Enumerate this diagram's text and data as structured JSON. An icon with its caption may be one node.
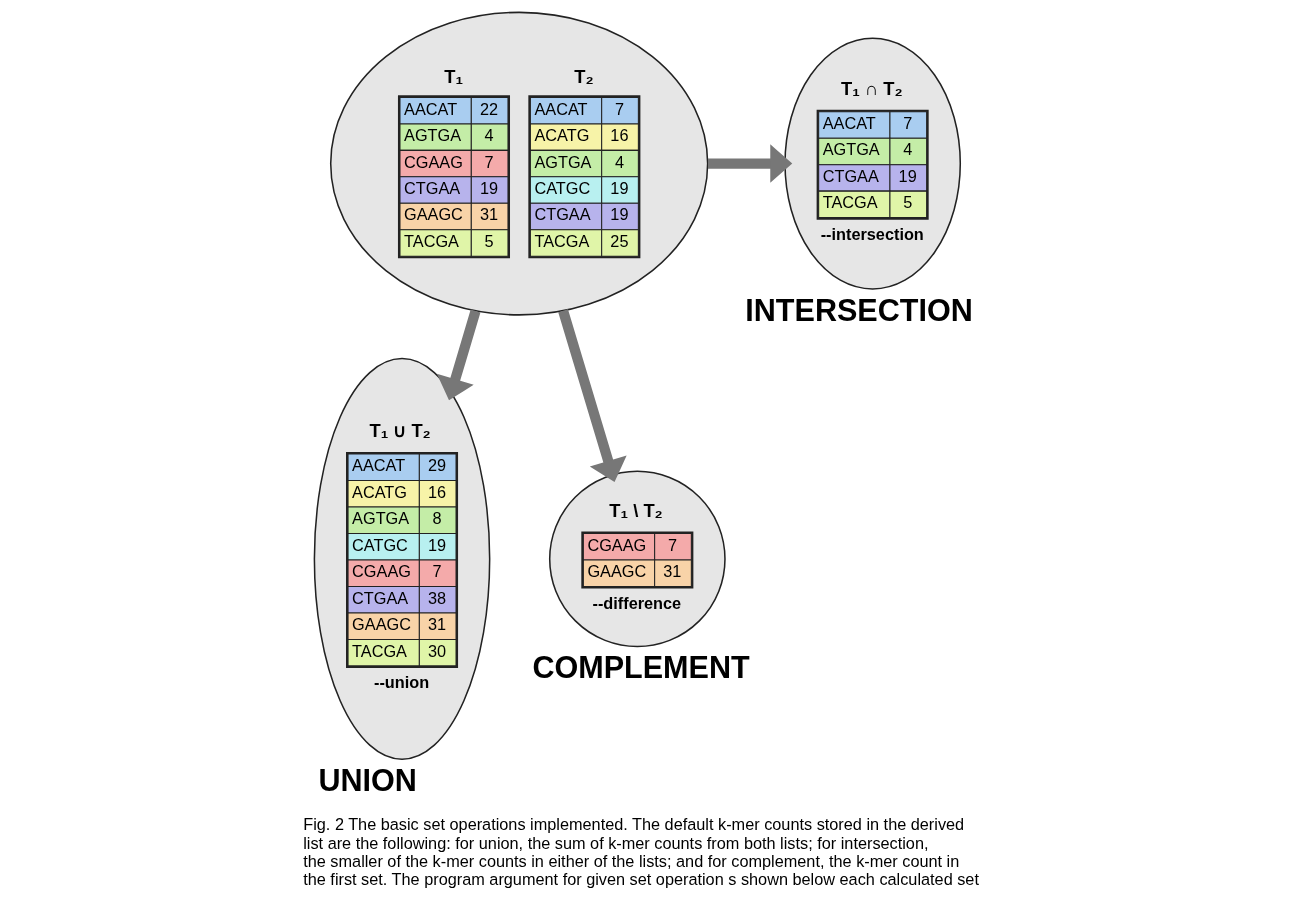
{
  "diagram": {
    "caption": "Fig. 2 The basic set operations implemented. The default k-mer counts stored in the derived list are the following: for union, the sum of k-mer counts from both lists; for intersection, the smaller of the k-mer counts in either of the lists; and for complement, the k-mer count in the first set. The program argument for given set operation s shown below each calculated set",
    "nodes": [
      {
        "text": [
          "T₁",
          "AACAT",
          "22",
          "AGTGA",
          "4",
          "CGAAG",
          "7",
          "CTGAA",
          "19",
          "GAAGC",
          "31",
          "TACGA",
          "5",
          "T₂",
          "AACAT",
          "7",
          "ACATG",
          "16",
          "AGTGA",
          "4",
          "CATGC",
          "19",
          "CTGAA",
          "19",
          "TACGA",
          "25"
        ]
      },
      {
        "text": [
          "T₁ ∩ T₂",
          "AACAT",
          "7",
          "AGTGA",
          "4",
          "CTGAA",
          "19",
          "TACGA",
          "5",
          "--intersection"
        ],
        "beside": [
          "INTERSECTION"
        ]
      },
      {
        "text": [
          "T₁ ∪ T₂",
          "AACAT",
          "29",
          "ACATG",
          "16",
          "AGTGA",
          "8",
          "CATGC",
          "19",
          "CGAAG",
          "7",
          "CTGAA",
          "38",
          "GAAGC",
          "31",
          "TACGA",
          "30",
          "--union"
        ],
        "beside": [
          "UNION"
        ]
      },
      {
        "text": [
          "T₁ \\ T₂",
          "CGAAG",
          "7",
          "GAAGC",
          "31",
          "--difference"
        ],
        "beside": [
          "COMPLEMENT"
        ]
      }
    ],
    "edges": [
      {
        "from": 0,
        "to": 1,
        "arrow": "to"
      },
      {
        "from": 0,
        "to": 2,
        "arrow": "to"
      },
      {
        "from": 0,
        "to": 3,
        "arrow": "to"
      }
    ]
  }
}
